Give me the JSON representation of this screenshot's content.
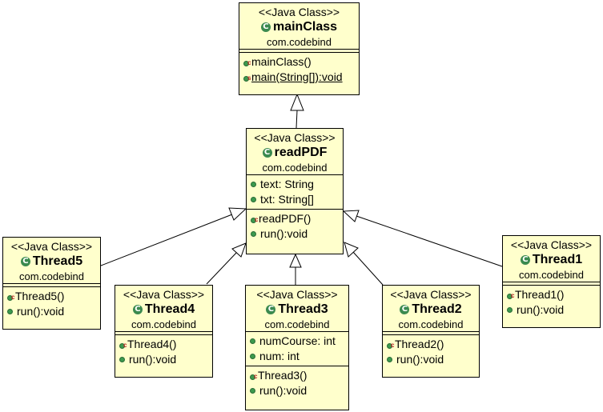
{
  "stereotype": "<<Java Class>>",
  "package": "com.codebind",
  "classes": {
    "mainClass": {
      "name": "mainClass",
      "attributes": [],
      "operations": [
        {
          "text": "mainClass()",
          "marker": "c"
        },
        {
          "text": "main(String[]):void",
          "marker": "s"
        }
      ]
    },
    "readPDF": {
      "name": "readPDF",
      "attributes": [
        {
          "text": "text: String"
        },
        {
          "text": "txt: String[]"
        }
      ],
      "operations": [
        {
          "text": "readPDF()",
          "marker": "c"
        },
        {
          "text": "run():void"
        }
      ]
    },
    "Thread5": {
      "name": "Thread5",
      "attributes": [],
      "operations": [
        {
          "text": "Thread5()",
          "marker": "c"
        },
        {
          "text": "run():void"
        }
      ]
    },
    "Thread4": {
      "name": "Thread4",
      "attributes": [],
      "operations": [
        {
          "text": "Thread4()",
          "marker": "c"
        },
        {
          "text": "run():void"
        }
      ]
    },
    "Thread3": {
      "name": "Thread3",
      "attributes": [
        {
          "text": "numCourse: int"
        },
        {
          "text": "num: int"
        }
      ],
      "operations": [
        {
          "text": "Thread3()",
          "marker": "c"
        },
        {
          "text": "run():void"
        }
      ]
    },
    "Thread2": {
      "name": "Thread2",
      "attributes": [],
      "operations": [
        {
          "text": "Thread2()",
          "marker": "c"
        },
        {
          "text": "run():void"
        }
      ]
    },
    "Thread1": {
      "name": "Thread1",
      "attributes": [],
      "operations": [
        {
          "text": "Thread1()",
          "marker": "c"
        },
        {
          "text": "run():void"
        }
      ]
    }
  },
  "generalizations": [
    {
      "from": "readPDF",
      "to": "mainClass"
    },
    {
      "from": "Thread5",
      "to": "readPDF"
    },
    {
      "from": "Thread4",
      "to": "readPDF"
    },
    {
      "from": "Thread3",
      "to": "readPDF"
    },
    {
      "from": "Thread2",
      "to": "readPDF"
    },
    {
      "from": "Thread1",
      "to": "readPDF"
    }
  ],
  "colors": {
    "box_fill": "#ffffcc",
    "icon_green": "#3c9a4e",
    "line": "#000000"
  },
  "icons": {
    "class": "class-c-icon",
    "public_member": "public-dot-icon",
    "constructor": "constructor-marker-icon",
    "static": "static-marker-icon"
  }
}
